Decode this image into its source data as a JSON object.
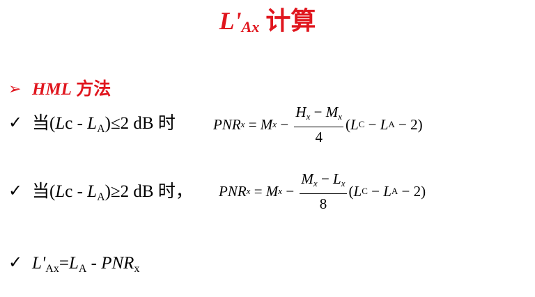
{
  "title": {
    "main": "L'",
    "sub": "Ax",
    "suffix": " 计算"
  },
  "heading": {
    "method": "HML",
    "suffix": " 方法"
  },
  "rows": [
    {
      "prefix": "当(",
      "lc": "L",
      "lc_sub": "c",
      "minus": " - ",
      "la": "L",
      "la_sub": "A",
      "suffix": ")≤2 dB 时",
      "lhs": "PNR",
      "lhs_sub": "x",
      "eq": " = ",
      "m": "M",
      "m_sub": "x",
      "minus_op": " − ",
      "num_a": "H",
      "num_a_sub": "x",
      "num_op": " − ",
      "num_b": "M",
      "num_b_sub": "x",
      "den": "4",
      "tail_open": "(",
      "t_lc": "L",
      "t_lc_sub": "C",
      "t_op1": " − ",
      "t_la": "L",
      "t_la_sub": "A",
      "t_op2": " − 2)"
    },
    {
      "prefix": "当(",
      "lc": "L",
      "lc_sub": "c",
      "minus": " - ",
      "la": "L",
      "la_sub": "A",
      "suffix": ")≥2 dB 时，",
      "lhs": "PNR",
      "lhs_sub": "x",
      "eq": " = ",
      "m": "M",
      "m_sub": "x",
      "minus_op": " − ",
      "num_a": "M",
      "num_a_sub": "x",
      "num_op": " − ",
      "num_b": "L",
      "num_b_sub": "x",
      "den": "8",
      "tail_open": "(",
      "t_lc": "L",
      "t_lc_sub": "C",
      "t_op1": " − ",
      "t_la": "L",
      "t_la_sub": "A",
      "t_op2": " − 2)"
    }
  ],
  "final": {
    "l": "L'",
    "l_sub": "Ax",
    "eq": "=",
    "la": "L",
    "la_sub": "A",
    "minus": " - ",
    "pnr": "PNR",
    "pnr_sub": "x"
  },
  "bullets": {
    "arrow": "➢",
    "check": "✓"
  }
}
